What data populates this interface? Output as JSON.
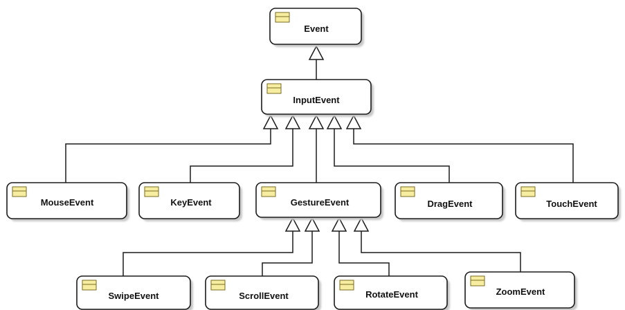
{
  "diagram": {
    "type": "class-hierarchy",
    "classes": {
      "event": "Event",
      "input_event": "InputEvent",
      "mouse_event": "MouseEvent",
      "key_event": "KeyEvent",
      "gesture_event": "GestureEvent",
      "drag_event": "DragEvent",
      "touch_event": "TouchEvent",
      "swipe_event": "SwipeEvent",
      "scroll_event": "ScrollEvent",
      "rotate_event": "RotateEvent",
      "zoom_event": "ZoomEvent"
    },
    "inheritance": [
      {
        "child": "InputEvent",
        "parent": "Event"
      },
      {
        "child": "MouseEvent",
        "parent": "InputEvent"
      },
      {
        "child": "KeyEvent",
        "parent": "InputEvent"
      },
      {
        "child": "GestureEvent",
        "parent": "InputEvent"
      },
      {
        "child": "DragEvent",
        "parent": "InputEvent"
      },
      {
        "child": "TouchEvent",
        "parent": "InputEvent"
      },
      {
        "child": "SwipeEvent",
        "parent": "GestureEvent"
      },
      {
        "child": "ScrollEvent",
        "parent": "GestureEvent"
      },
      {
        "child": "RotateEvent",
        "parent": "GestureEvent"
      },
      {
        "child": "ZoomEvent",
        "parent": "GestureEvent"
      }
    ],
    "colors": {
      "class_icon": "#f7eda0",
      "outline": "#1a1a1a",
      "shadow": "#c8c8c8"
    }
  }
}
